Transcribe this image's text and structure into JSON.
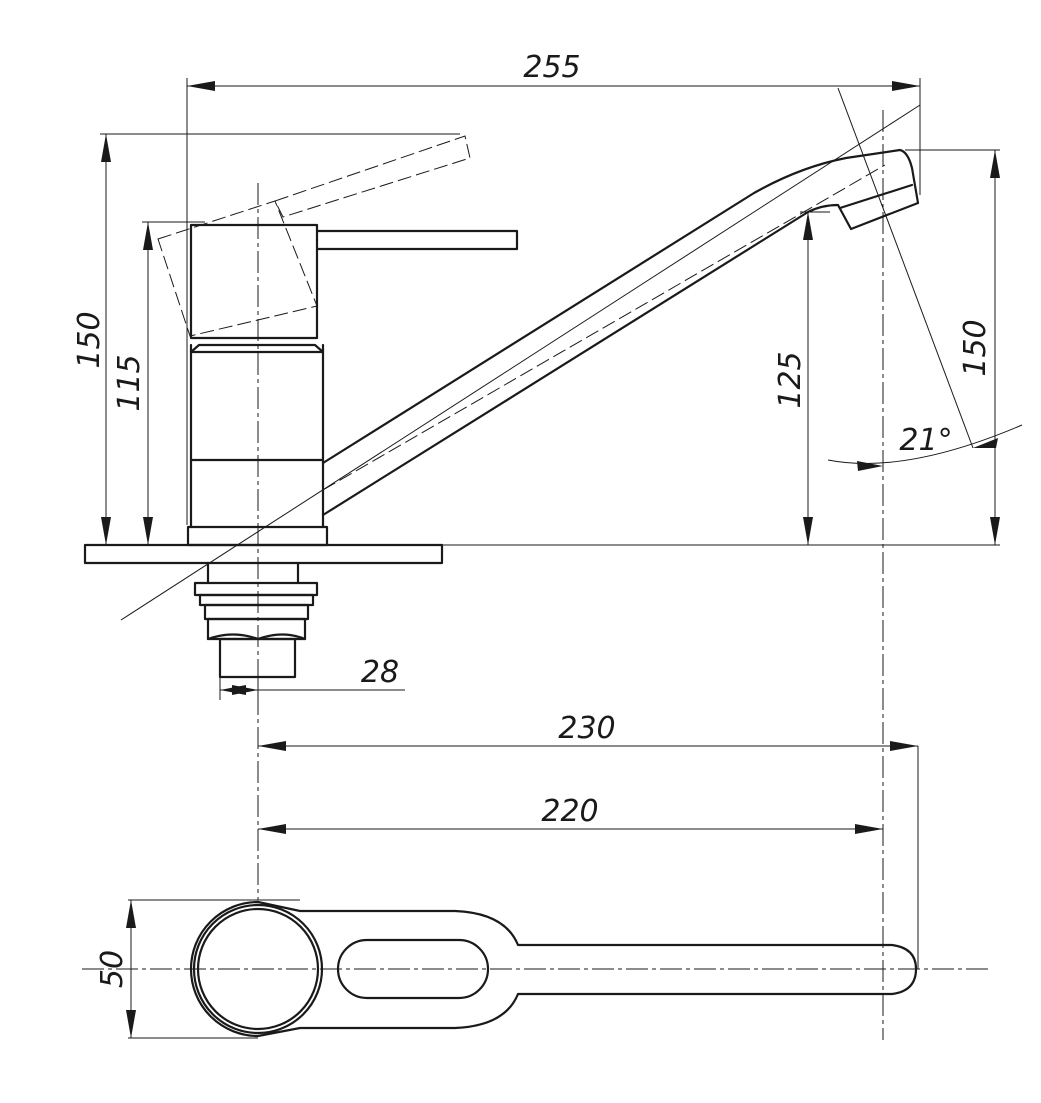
{
  "dimensions": {
    "overall_width": "255",
    "lever_height": "150",
    "body_height": "115",
    "outlet_height": "125",
    "spout_height": "150",
    "swivel_angle": "21°",
    "shank_diameter": "28",
    "reach_outer": "230",
    "reach_inner": "220",
    "base_diameter": "50"
  },
  "colors": {
    "line": "#1a1a1a",
    "background": "#ffffff"
  }
}
